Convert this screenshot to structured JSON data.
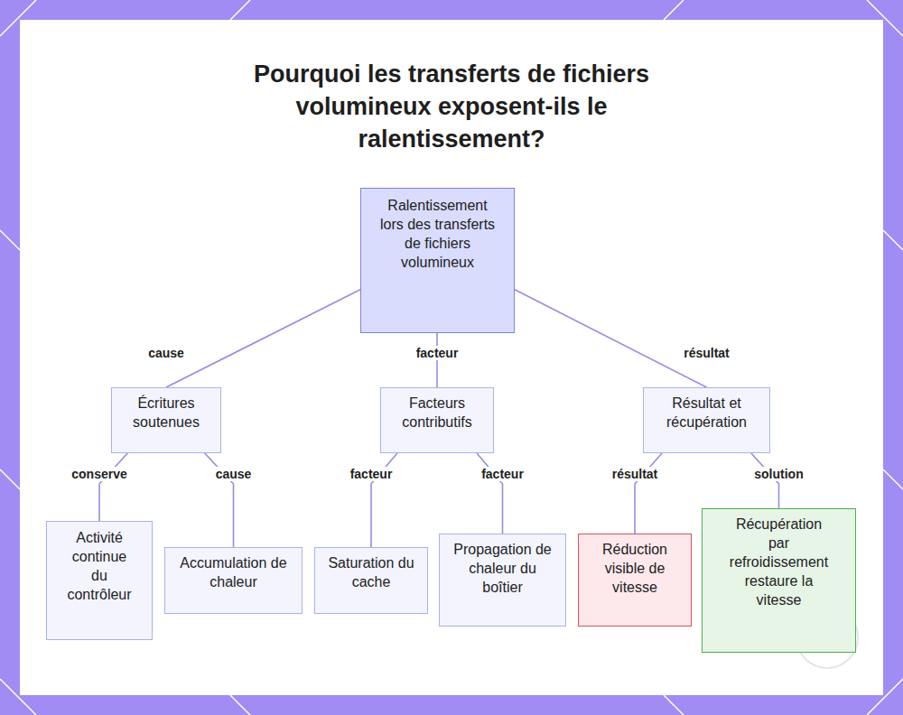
{
  "diagram": {
    "title": "Pourquoi les transferts de fichiers volumineux exposent-ils le ralentissement?",
    "nodes": [
      {
        "text": [
          "Ralentissement lors des transferts de fichiers volumineux"
        ]
      },
      {
        "text": [
          "Écritures soutenues"
        ]
      },
      {
        "text": [
          "Facteurs contributifs"
        ]
      },
      {
        "text": [
          "Résultat et récupération"
        ]
      },
      {
        "text": [
          "Activité continue du contrôleur"
        ]
      },
      {
        "text": [
          "Accumulation de chaleur"
        ]
      },
      {
        "text": [
          "Saturation du cache"
        ]
      },
      {
        "text": [
          "Propagation de chaleur du boîtier"
        ]
      },
      {
        "text": [
          "Réduction visible de vitesse"
        ]
      },
      {
        "text": [
          "Récupération par refroidissement restaure la vitesse"
        ]
      }
    ],
    "edges": [
      {
        "from": 0,
        "to": 1,
        "label": "cause",
        "arrow": "none"
      },
      {
        "from": 0,
        "to": 2,
        "label": "facteur",
        "arrow": "none"
      },
      {
        "from": 0,
        "to": 3,
        "label": "résultat",
        "arrow": "none"
      },
      {
        "from": 1,
        "to": 4,
        "label": "conserve",
        "arrow": "none"
      },
      {
        "from": 1,
        "to": 5,
        "label": "cause",
        "arrow": "none"
      },
      {
        "from": 2,
        "to": 6,
        "label": "facteur",
        "arrow": "none"
      },
      {
        "from": 2,
        "to": 7,
        "label": "facteur",
        "arrow": "none"
      },
      {
        "from": 3,
        "to": 8,
        "label": "résultat",
        "arrow": "none"
      },
      {
        "from": 3,
        "to": 9,
        "label": "solution",
        "arrow": "none"
      }
    ]
  }
}
